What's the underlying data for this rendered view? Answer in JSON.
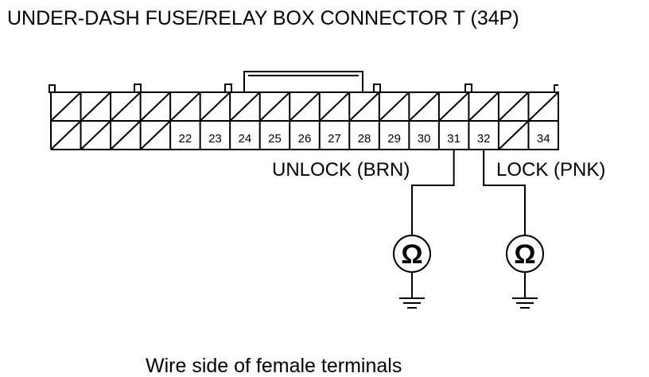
{
  "title": "UNDER-DASH FUSE/RELAY BOX CONNECTOR T (34P)",
  "caption": "Wire side of female terminals",
  "connector": {
    "top_row": [
      {
        "pin": "",
        "empty": true
      },
      {
        "pin": "",
        "empty": true
      },
      {
        "pin": "",
        "empty": true
      },
      {
        "pin": "",
        "empty": true
      },
      {
        "pin": "",
        "empty": true
      },
      {
        "pin": "",
        "empty": true
      },
      {
        "pin": "",
        "empty": true
      },
      {
        "pin": "",
        "empty": true
      },
      {
        "pin": "",
        "empty": true
      },
      {
        "pin": "",
        "empty": true
      },
      {
        "pin": "",
        "empty": true
      },
      {
        "pin": "",
        "empty": true
      },
      {
        "pin": "",
        "empty": true
      },
      {
        "pin": "",
        "empty": true
      },
      {
        "pin": "",
        "empty": true
      },
      {
        "pin": "",
        "empty": true
      },
      {
        "pin": "",
        "empty": true
      }
    ],
    "bottom_row": [
      {
        "pin": "",
        "empty": true
      },
      {
        "pin": "",
        "empty": true
      },
      {
        "pin": "",
        "empty": true
      },
      {
        "pin": "",
        "empty": true
      },
      {
        "pin": "22",
        "empty": false
      },
      {
        "pin": "23",
        "empty": false
      },
      {
        "pin": "24",
        "empty": false
      },
      {
        "pin": "25",
        "empty": false
      },
      {
        "pin": "26",
        "empty": false
      },
      {
        "pin": "27",
        "empty": false
      },
      {
        "pin": "28",
        "empty": false
      },
      {
        "pin": "29",
        "empty": false
      },
      {
        "pin": "30",
        "empty": false
      },
      {
        "pin": "31",
        "empty": false
      },
      {
        "pin": "32",
        "empty": false
      },
      {
        "pin": "",
        "empty": true
      },
      {
        "pin": "34",
        "empty": false
      }
    ]
  },
  "wires": [
    {
      "label": "UNLOCK (BRN)",
      "pin": "31"
    },
    {
      "label": "LOCK (PNK)",
      "pin": "32"
    }
  ],
  "meter_symbol": "Ω",
  "icons": [
    "ohmmeter-icon",
    "ground-icon"
  ]
}
